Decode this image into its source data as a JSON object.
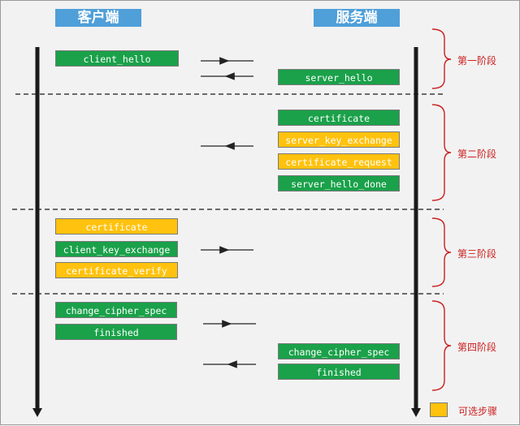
{
  "headers": {
    "client": "客户端",
    "server": "服务端"
  },
  "messages": {
    "client_hello": "client_hello",
    "server_hello": "server_hello",
    "certificate_server": "certificate",
    "server_key_exchange": "server_key_exchange",
    "certificate_request": "certificate_request",
    "server_hello_done": "server_hello_done",
    "certificate_client": "certificate",
    "client_key_exchange": "client_key_exchange",
    "certificate_verify": "certificate_verify",
    "change_cipher_spec_client": "change_cipher_spec",
    "finished_client": "finished",
    "change_cipher_spec_server": "change_cipher_spec",
    "finished_server": "finished"
  },
  "phases": {
    "p1": "第一阶段",
    "p2": "第二阶段",
    "p3": "第三阶段",
    "p4": "第四阶段"
  },
  "legend": {
    "label": "可选步骤"
  },
  "colors": {
    "required": "#1aa14a",
    "optional": "#ffc20e",
    "header": "#4f9fd9",
    "bracket": "#cc2020"
  }
}
